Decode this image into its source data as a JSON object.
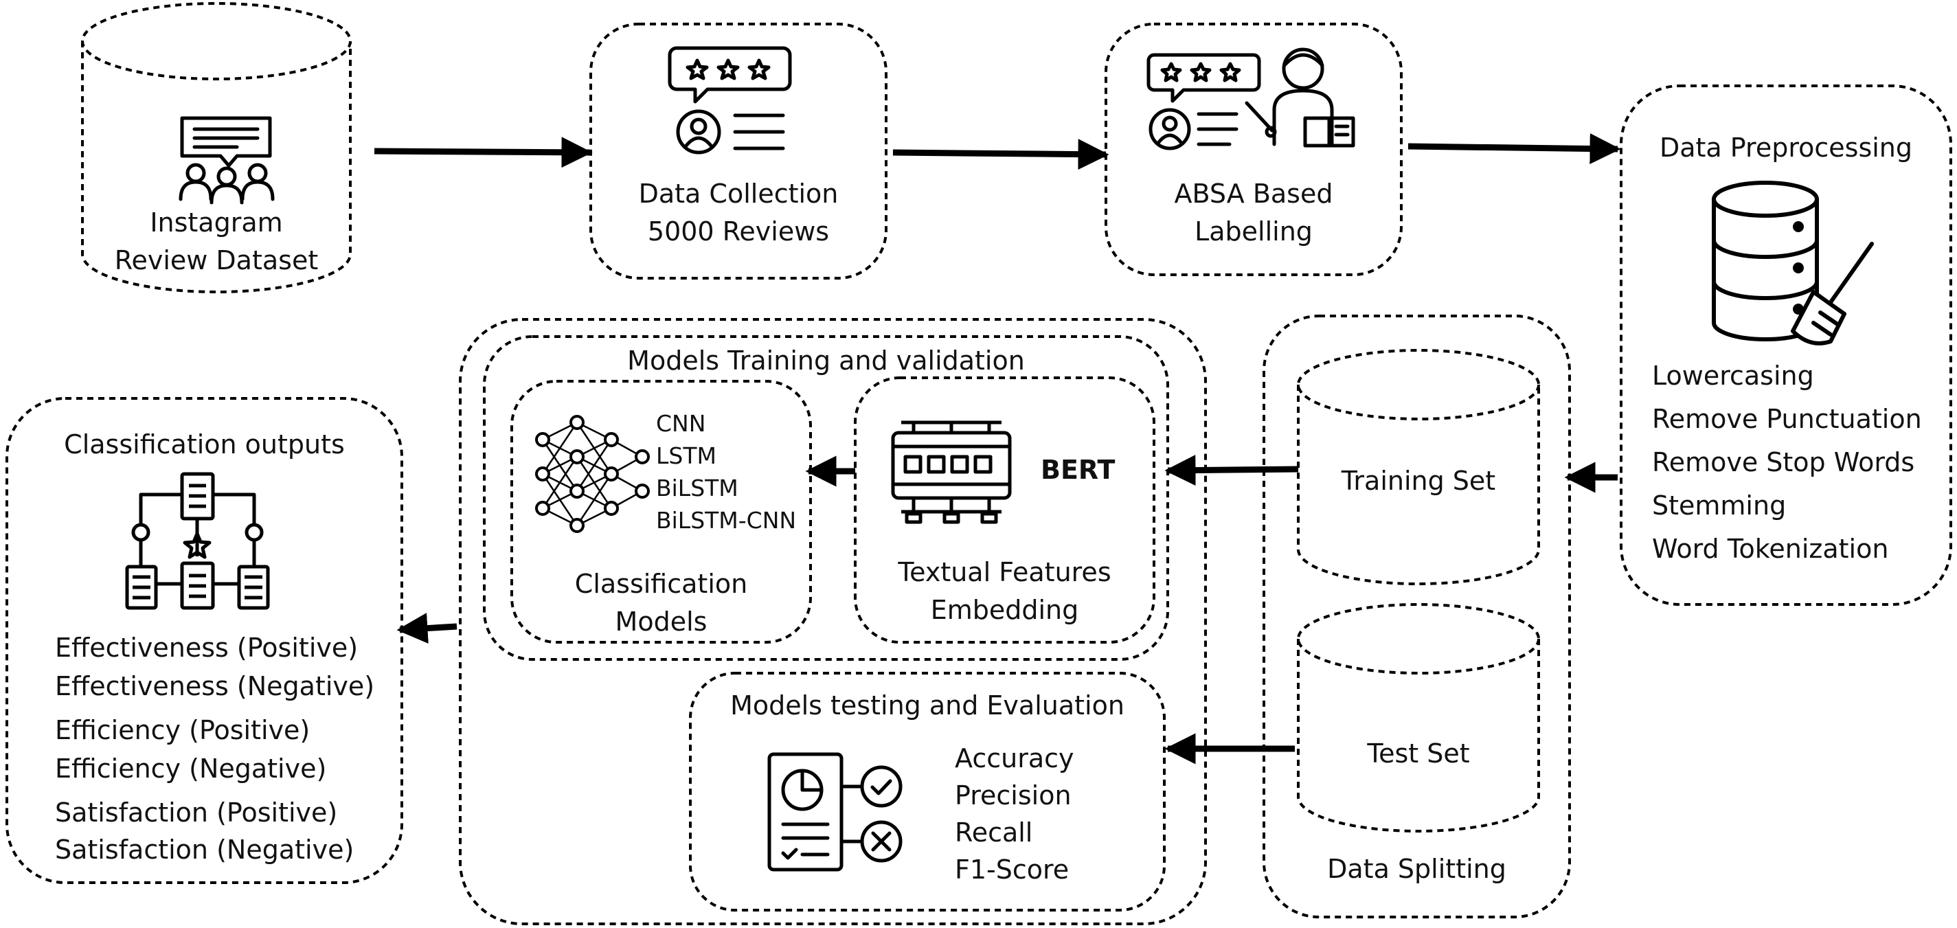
{
  "nodes": {
    "dataset": {
      "line1": "Instagram",
      "line2": "Review Dataset"
    },
    "collection": {
      "line1": "Data Collection",
      "line2": "5000 Reviews"
    },
    "labelling": {
      "line1": "ABSA Based",
      "line2": "Labelling"
    },
    "preprocessing": {
      "title": "Data Preprocessing",
      "steps": [
        "Lowercasing",
        "Remove Punctuation",
        "Remove Stop Words",
        "Stemming",
        "Word Tokenization"
      ]
    },
    "splitting": {
      "title": "Data Splitting",
      "training": "Training Set",
      "test": "Test Set"
    },
    "training_group": {
      "title": "Models Training and validation"
    },
    "embedding": {
      "badge": "BERT",
      "line1": "Textual Features",
      "line2": "Embedding"
    },
    "classification": {
      "models": [
        "CNN",
        "LSTM",
        "BiLSTM",
        "BiLSTM-CNN"
      ],
      "line1": "Classification",
      "line2": "Models"
    },
    "testing": {
      "title": "Models testing and Evaluation",
      "metrics": [
        "Accuracy",
        "Precision",
        "Recall",
        "F1-Score"
      ]
    },
    "outputs": {
      "title": "Classification outputs",
      "items": [
        "Effectiveness (Positive)",
        "Effectiveness (Negative)",
        "Efficiency (Positive)",
        "Efficiency (Negative)",
        "Satisfaction (Positive)",
        "Satisfaction (Negative)"
      ]
    }
  }
}
